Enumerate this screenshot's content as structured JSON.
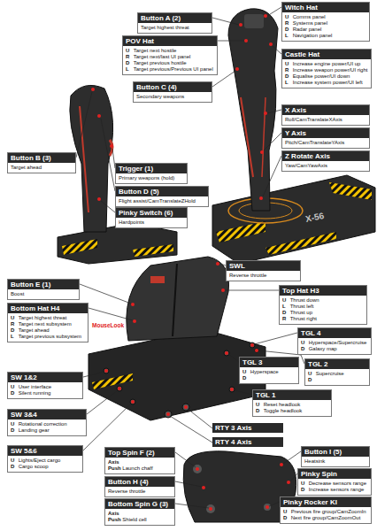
{
  "diagram": {
    "nodes": [
      {
        "text": [
          "Button A (2)",
          "Target highest threat"
        ]
      },
      {
        "text": [
          "Witch Hat",
          "U",
          "Comms panel",
          "R",
          "Systems panel",
          "D",
          "Radar panel",
          "L",
          "Navigation panel"
        ]
      },
      {
        "text": [
          "POV Hat",
          "U",
          "Target next hostile",
          "R",
          "Target next/last UI panel",
          "D",
          "Target previous hostile",
          "L",
          "Target previous/Previous UI panel"
        ]
      },
      {
        "text": [
          "Castle Hat",
          "U",
          "Increase engine power/UI up",
          "R",
          "Increase weapon power/UI right",
          "D",
          "Equalise power/UI down",
          "L",
          "Increase system power/UI left"
        ]
      },
      {
        "text": [
          "Button C (4)",
          "Secondary weapons"
        ]
      },
      {
        "text": [
          "X Axis",
          "Roll/CamTranslateXAxis"
        ]
      },
      {
        "text": [
          "Y Axis",
          "Pitch/CamTranslateYAxis"
        ]
      },
      {
        "text": [
          "Z Rotate Axis",
          "Yaw/CamYawAxis"
        ]
      },
      {
        "text": [
          "Button B (3)",
          "Target ahead"
        ]
      },
      {
        "text": [
          "Trigger (1)",
          "Primary weapons (hold)"
        ]
      },
      {
        "text": [
          "Button D (5)",
          "Flight assist/CamTranslateZHold"
        ]
      },
      {
        "text": [
          "Pinky Switch (6)",
          "Hardpoints"
        ]
      },
      {
        "text": [
          "SWL",
          "Reverse throttle"
        ]
      },
      {
        "text": [
          "Top Hat H3",
          "U",
          "Thrust down",
          "L",
          "Thrust left",
          "D",
          "Thrust up",
          "R",
          "Thrust right"
        ]
      },
      {
        "text": [
          "Button E (1)",
          "Boost"
        ]
      },
      {
        "text": [
          "Bottom Hat H4",
          "U",
          "Target highest threat",
          "R",
          "Target next subsystem",
          "D",
          "Target ahead",
          "L",
          "Target previous subsystem"
        ]
      },
      {
        "text": [
          "TGL 4",
          "U",
          "Hyperspace/Supercruise",
          "D",
          "Galaxy map"
        ]
      },
      {
        "text": [
          "TGL 3",
          "U",
          "Hyperspace",
          "D"
        ]
      },
      {
        "text": [
          "TGL 2",
          "U",
          "Supercruise",
          "D"
        ]
      },
      {
        "text": [
          "TGL 1",
          "U",
          "Reset headlook",
          "D",
          "Toggle headlook"
        ]
      },
      {
        "text": [
          "RTY 3 Axis"
        ]
      },
      {
        "text": [
          "RTY 4 Axis"
        ]
      },
      {
        "text": [
          "SW 1&2",
          "U",
          "User interface",
          "D",
          "Silent running"
        ]
      },
      {
        "text": [
          "SW 3&4",
          "U",
          "Rotational correction",
          "D",
          "Landing gear"
        ]
      },
      {
        "text": [
          "SW 5&6",
          "U",
          "Lights/Eject cargo",
          "D",
          "Cargo scoop"
        ]
      },
      {
        "text": [
          "Top Spin F (2)",
          "Axis",
          "Push",
          "Launch chaff"
        ]
      },
      {
        "text": [
          "Button H (4)",
          "Reverse throttle"
        ]
      },
      {
        "text": [
          "Bottom Spin G (3)",
          "Axis",
          "Push",
          "Shield cell"
        ]
      },
      {
        "text": [
          "Button I (5)",
          "Heatsink"
        ]
      },
      {
        "text": [
          "Pinky Spin",
          "U",
          "Decrease sensors range",
          "D",
          "Increase sensors range"
        ]
      },
      {
        "text": [
          "Pinky Rocker KI",
          "U",
          "Previous fire group/CamZoomIn",
          "D",
          "Next fire group/CamZoomOut"
        ]
      }
    ],
    "labels": [
      "X-56",
      "MouseLook"
    ]
  }
}
